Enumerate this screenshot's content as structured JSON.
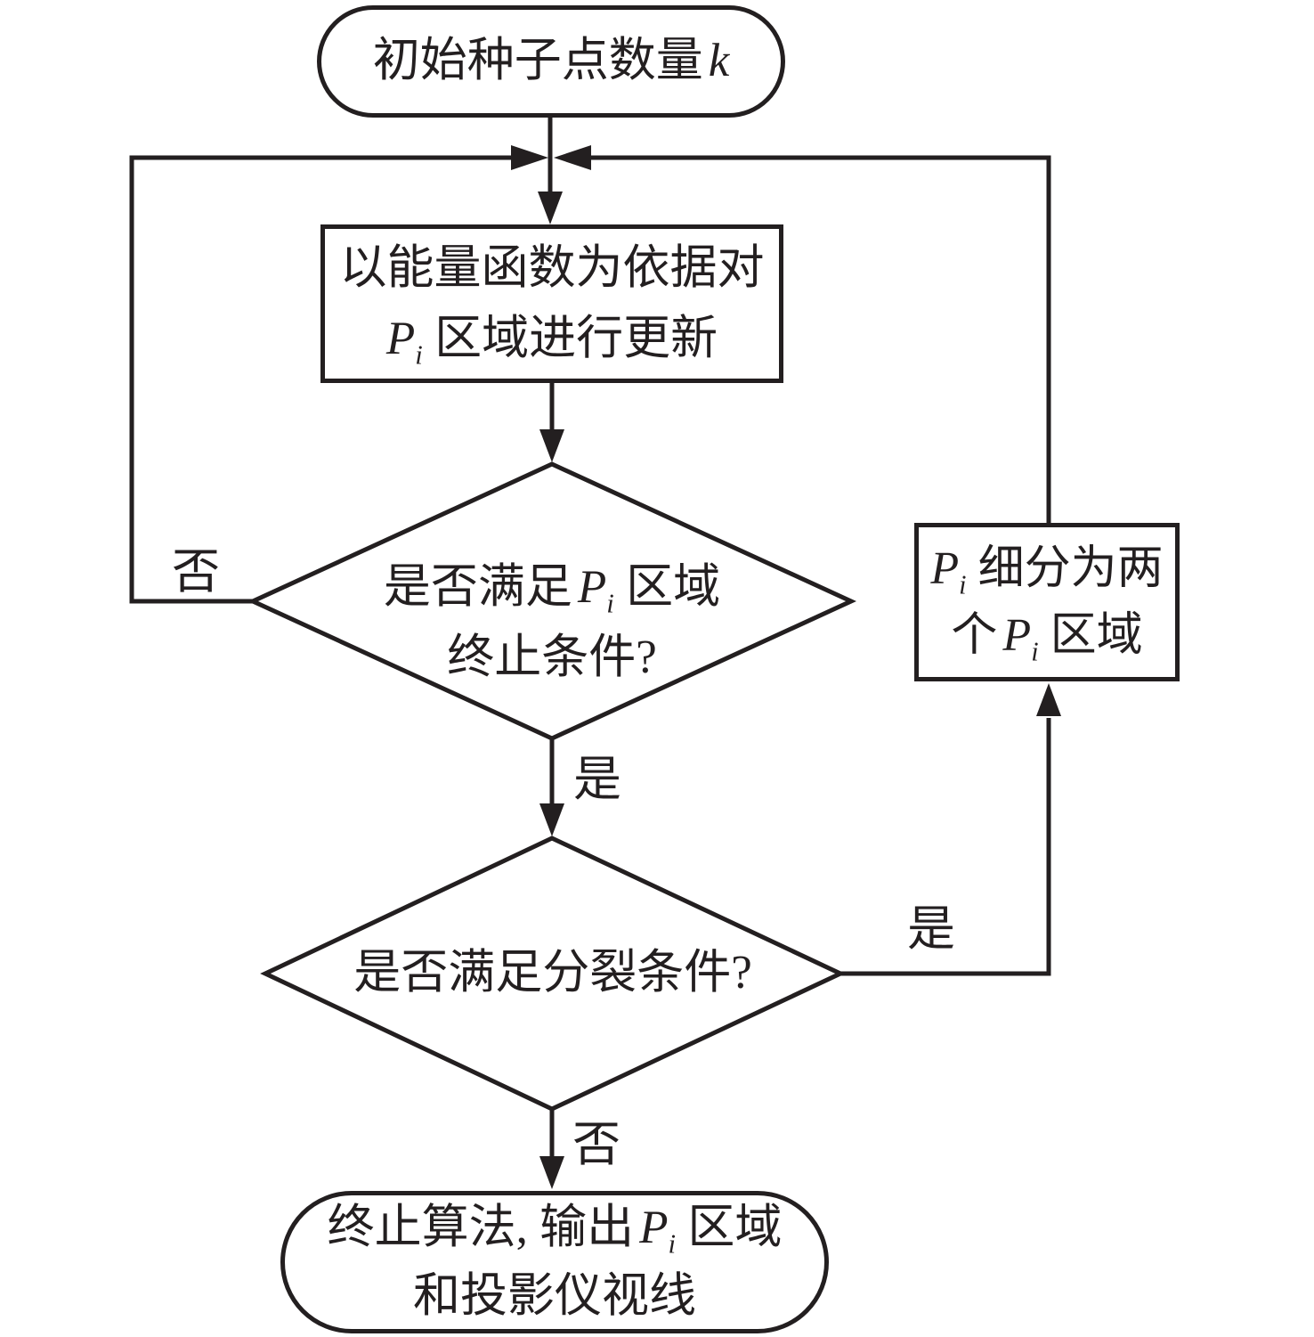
{
  "colors": {
    "ink": "#231f20",
    "background": "#ffffff"
  },
  "nodes": {
    "start": {
      "pre": "初始种子点数量",
      "var": "k"
    },
    "update": {
      "line1": "以能量函数为依据对",
      "line2": {
        "var": "P",
        "sub": "i",
        "post": " 区域进行更新"
      }
    },
    "decision_terminate": {
      "line1": {
        "pre": "是否满足",
        "var": "P",
        "sub": "i",
        "post": " 区域"
      },
      "line2": "终止条件?"
    },
    "split": {
      "line1": {
        "var": "P",
        "sub": "i",
        "post": " 细分为两"
      },
      "line2": {
        "pre": "个",
        "var": "P",
        "sub": "i",
        "post": " 区域"
      }
    },
    "decision_split": {
      "line1": "是否满足分裂条件?"
    },
    "end": {
      "line1": {
        "pre": "终止算法, 输出",
        "var": "P",
        "sub": "i",
        "post": " 区域"
      },
      "line2": "和投影仪视线"
    }
  },
  "edge_labels": {
    "no_loop": "否",
    "yes_down": "是",
    "yes_split": "是",
    "no_end": "否"
  }
}
